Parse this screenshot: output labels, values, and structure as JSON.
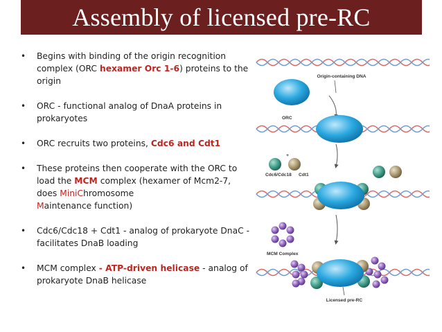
{
  "slide": {
    "title": "Assembly of licensed pre-RC",
    "bullet_symbol": "•",
    "bullets": [
      {
        "pre": "Begins with binding of the origin recognition complex (ORC ",
        "hl": "hexamer Orc 1-6",
        "post": ") proteins to the origin"
      },
      {
        "pre": "ORC - functional analog of DnaA proteins in prokaryotes",
        "hl": "",
        "post": ""
      },
      {
        "pre": "ORC recruits two proteins, ",
        "hl": "Cdc6 and Cdt1",
        "post": ""
      },
      {
        "pre": "These proteins then cooperate with the ORC to load the ",
        "hl": "MCM",
        "post": " complex (hexamer of Mcm2-7, does ",
        "mini": "Mini",
        "chromo_a": "C",
        "chromo_b": "hromosome",
        "maint_a": "M",
        "maint_b": "aintenance function)"
      },
      {
        "pre": "Cdc6/Cdc18 + Cdt1 - analog of prokaryote DnaC - facilitates DnaB loading",
        "hl": "",
        "post": ""
      },
      {
        "pre": "MCM complex ",
        "dash": "- ",
        "hl": "ATP-driven helicase",
        "post": " - analog of prokaryote DnaB helicase"
      }
    ]
  },
  "figure": {
    "labels": {
      "dna": "Origin-containing DNA",
      "orc": "ORC",
      "cdc6": "Cdc6/Cdc18",
      "cdt1": "Cdt1",
      "plus": "+",
      "mcm": "MCM Complex",
      "prerc": "Licensed pre-RC"
    },
    "colors": {
      "dna_strand_a": "#d96b6b",
      "dna_strand_b": "#6b9fd9",
      "orc": "#2aa8e0",
      "cdc6": "#3f9a86",
      "cdt1": "#a8956e",
      "mcm": "#8a5fb8",
      "title_bar": "#6b1f1f",
      "highlight": "#c0241f"
    }
  }
}
